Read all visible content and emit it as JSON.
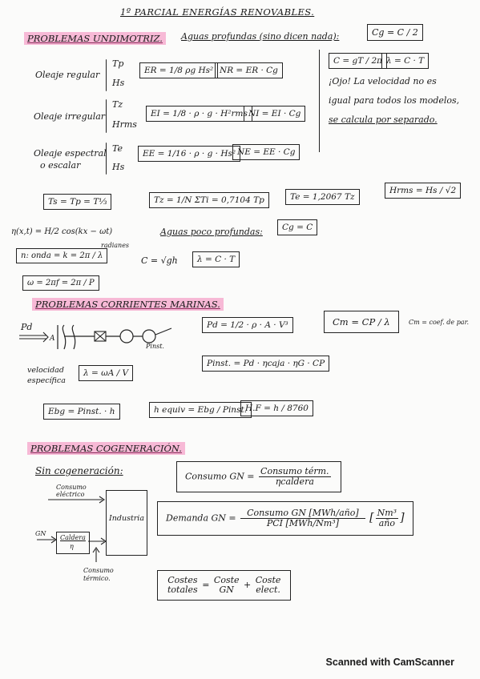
{
  "title": "1º PARCIAL ENERGÍAS RENOVABLES.",
  "sec_undimotriz": {
    "heading": "PROBLEMAS UNDIMOTRIZ.",
    "aguas_profundas": "Aguas profundas (sino dicen nada):",
    "cg": "Cg = C / 2",
    "c_formula": "C = gT / 2π",
    "lambda": "λ = C · T",
    "note_1": "¡Ojo! La velocidad no es",
    "note_2": "igual para todos los modelos,",
    "note_3": "se calcula por separado.",
    "oleaje_regular": "Oleaje regular",
    "vars_regular_1": "Tp",
    "vars_regular_2": "Hs",
    "e_regular": "ER = 1/8 ρg Hs²",
    "n_regular": "NR = ER · Cg",
    "oleaje_irregular": "Oleaje irregular",
    "vars_irregular_1": "Tz",
    "vars_irregular_2": "Hrms",
    "e_irregular": "EI = 1/8 · ρ · g · H²rms",
    "n_irregular": "NI = EI · Cg",
    "oleaje_espectral_1": "Oleaje espectral",
    "oleaje_espectral_2": "o escalar",
    "vars_espectral_1": "Te",
    "vars_espectral_2": "Hs",
    "e_espectral": "EE = 1/16 · ρ · g · Hs²",
    "n_espectral": "NE = EE · Cg",
    "ts_eq": "Ts = Tp = T⅓",
    "tz_eq": "Tz = 1/N ΣTi = 0,7104 Tp",
    "te_eq": "Te = 1,2067 Tz",
    "hrms_eq": "Hrms = Hs / √2",
    "eta_eq": "η(x,t) = H/2 cos(kx − ωt)",
    "radianes": "radianes",
    "k_eq": "n: onda = k = 2π / λ",
    "w_eq": "ω = 2πf = 2π / P",
    "aguas_poco": "Aguas poco profundas:",
    "cg_c": "Cg = C",
    "c_sqrt": "C = √gh",
    "lambda2": "λ = C · T"
  },
  "sec_corrientes": {
    "heading": "PROBLEMAS CORRIENTES MARINAS.",
    "pd": "Pd",
    "a": "A",
    "pinst_lbl": "Pinst.",
    "pd_eq": "Pd = 1/2 · ρ · A · V³",
    "cm_eq": "Cm = CP / λ",
    "cm_note": "Cm = coef. de par.",
    "vel_1": "velocidad",
    "vel_2": "específica",
    "lambda_eq": "λ = ωA / V",
    "pinst_eq": "Pinst. = Pd · ηcaja · ηG · CP",
    "ebg_eq": "Ebg = Pinst. · h",
    "h_equiv_eq": "h equiv = Ebg / Pinst.",
    "hf_eq": "H.F = h / 8760"
  },
  "sec_cogeneracion": {
    "heading": "PROBLEMAS COGENERACIÓN.",
    "sin_cog": "Sin cogeneración:",
    "consumo_el_1": "Consumo",
    "consumo_el_2": "eléctrico",
    "gn": "GN",
    "caldera_1": "Caldera",
    "caldera_2": "η",
    "industria": "Industria",
    "consumo_term_1": "Consumo",
    "consumo_term_2": "térmico.",
    "consumo_gn_lhs": "Consumo GN =",
    "consumo_gn_num": "Consumo térm.",
    "consumo_gn_den": "ηcaldera",
    "demanda_lhs": "Demanda GN =",
    "demanda_num": "Consumo GN [MWh/año]",
    "demanda_den": "PCI [MWh/Nm³]",
    "demanda_units_num": "Nm³",
    "demanda_units_den": "año",
    "costes_lhs_1": "Costes",
    "costes_lhs_2": "totales",
    "costes_t1_1": "Coste",
    "costes_t1_2": "GN",
    "costes_t2_1": "Coste",
    "costes_t2_2": "elect."
  },
  "footer": "Scanned with CamScanner"
}
